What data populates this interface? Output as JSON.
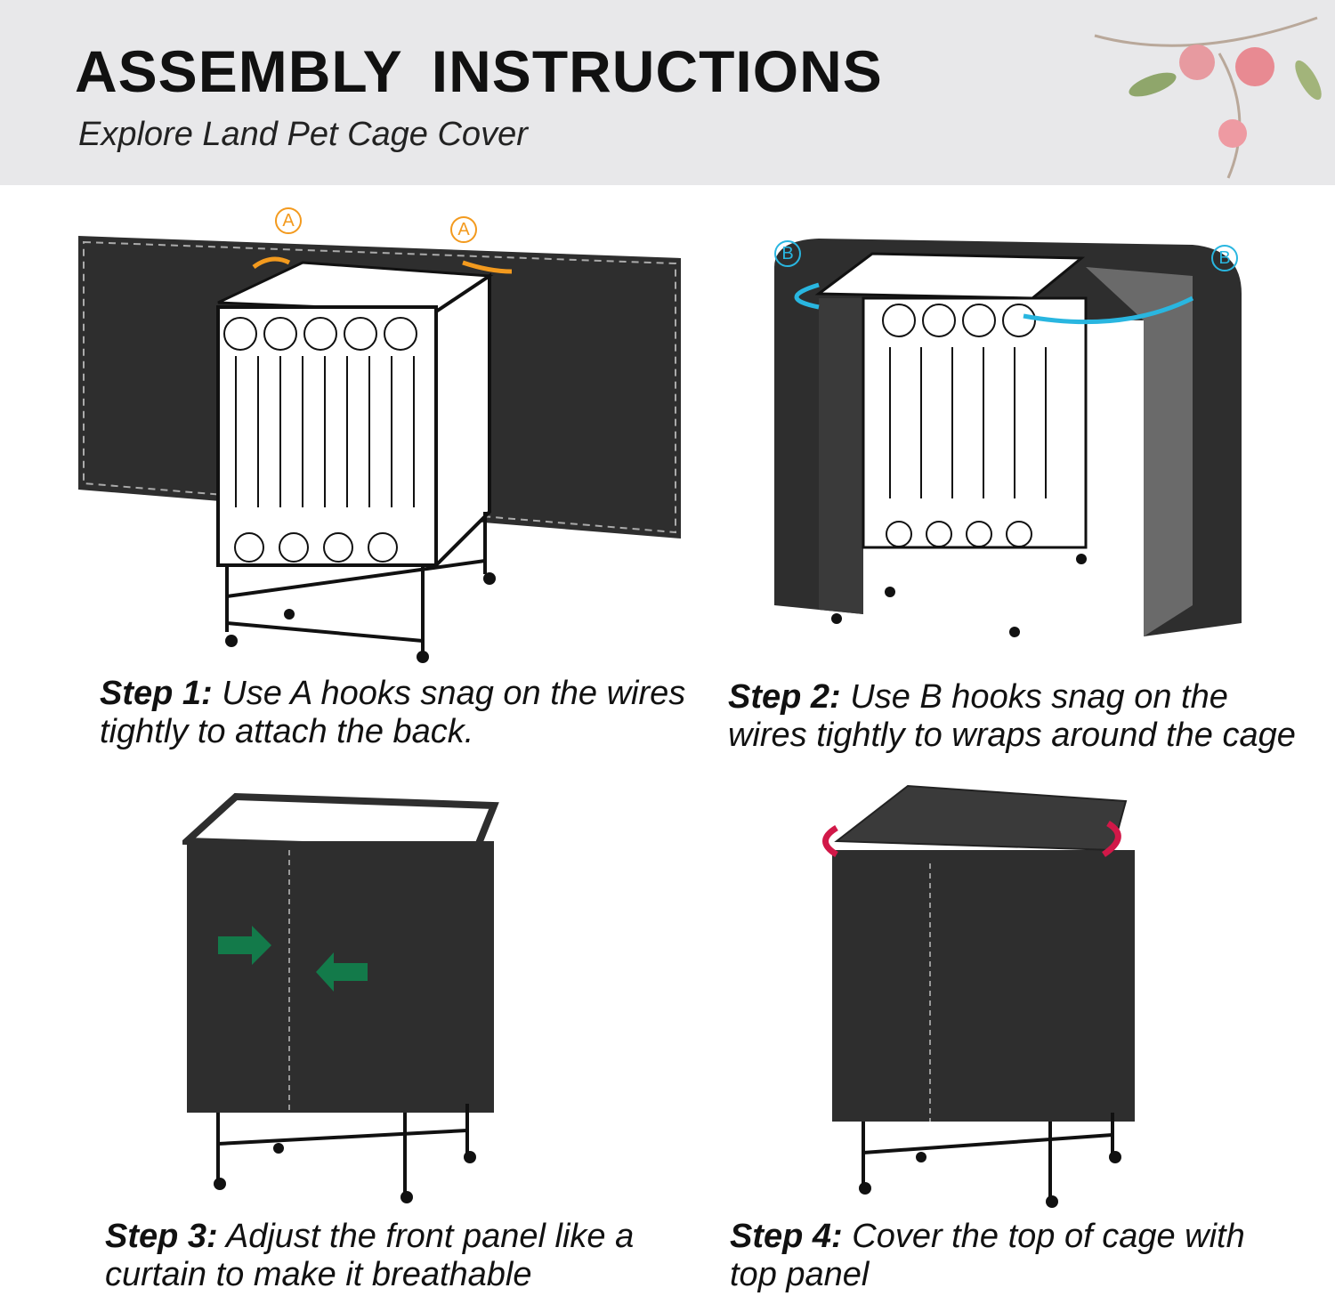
{
  "header": {
    "title": "ASSEMBLY  INSTRUCTIONS",
    "subtitle": "Explore Land Pet Cage Cover"
  },
  "steps": [
    {
      "label": "Step 1:",
      "text": " Use A hooks snag on the wires tightly to attach the back.",
      "marker": "A",
      "marker_color": "#f39a1e"
    },
    {
      "label": "Step 2:",
      "text": " Use B hooks snag on the wires tightly to wraps around the cage",
      "marker": "B",
      "marker_color": "#29b6e0"
    },
    {
      "label": "Step 3:",
      "text": " Adjust the front panel like a curtain to make it breathable",
      "arrow_color": "#137a4a"
    },
    {
      "label": "Step 4:",
      "text": " Cover the top of cage with top panel",
      "arrow_color": "#d11848"
    }
  ],
  "colors": {
    "cover": "#2e2e2e",
    "header_bg": "#e8e8ea"
  }
}
